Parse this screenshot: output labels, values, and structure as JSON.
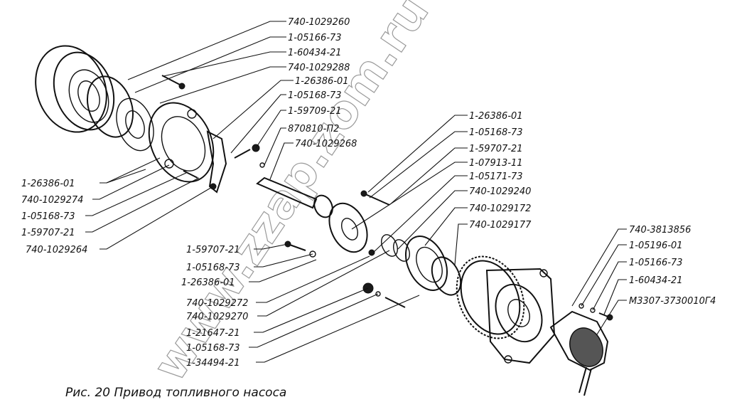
{
  "caption": "Рис. 20 Привод топливного насоса",
  "watermark": "www.zzap.zom.ru",
  "labels_top": [
    "740-1029260",
    "1-05166-73",
    "1-60434-21",
    "740-1029288",
    "1-26386-01",
    "1-05168-73",
    "1-59709-21",
    "870810-П2",
    "740-1029268"
  ],
  "labels_left": [
    "1-26386-01",
    "740-1029274",
    "1-05168-73",
    "1-59707-21",
    "740-1029264"
  ],
  "labels_mid_right": [
    "1-26386-01",
    "1-05168-73",
    "1-59707-21",
    "1-07913-11",
    "1-05171-73",
    "740-1029240",
    "740-1029172",
    "740-1029177"
  ],
  "labels_bottom_left": [
    "1-59707-21",
    "1-05168-73",
    "1-26386-01",
    "740-1029272",
    "740-1029270",
    "1-21647-21",
    "1-05168-73",
    "1-34494-21"
  ],
  "labels_right": [
    "740-3813856",
    "1-05196-01",
    "1-05166-73",
    "1-60434-21",
    "М3307-3730010Г4"
  ]
}
